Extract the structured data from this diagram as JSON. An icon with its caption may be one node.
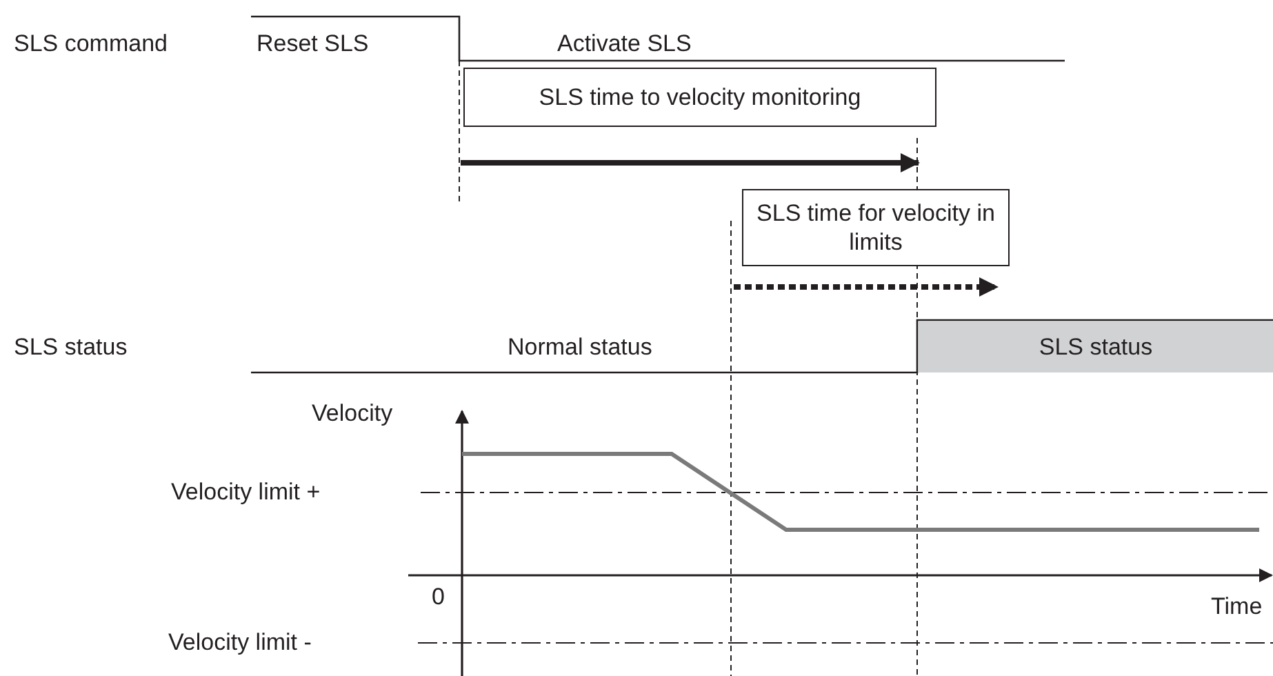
{
  "diagram": {
    "nodes": [
      {
        "text": [
          "SLS time to velocity monitoring"
        ]
      },
      {
        "text": [
          "SLS time for velocity in limits"
        ]
      },
      {
        "text": [
          "SLS status"
        ]
      }
    ],
    "labels": [
      "SLS command",
      "Reset SLS",
      "Activate SLS",
      "SLS status",
      "Normal status",
      "Velocity",
      "Velocity limit +",
      "0",
      "Time",
      "Velocity limit -"
    ]
  }
}
